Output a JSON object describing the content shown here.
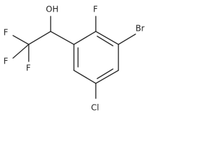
{
  "molecule": {
    "atoms": {
      "hydroxyl": "OH",
      "ring_fluorine": "F",
      "trifluoro_f1": "F",
      "trifluoro_f2": "F",
      "trifluoro_f3": "F",
      "bromine": "Br",
      "chlorine": "Cl"
    }
  }
}
